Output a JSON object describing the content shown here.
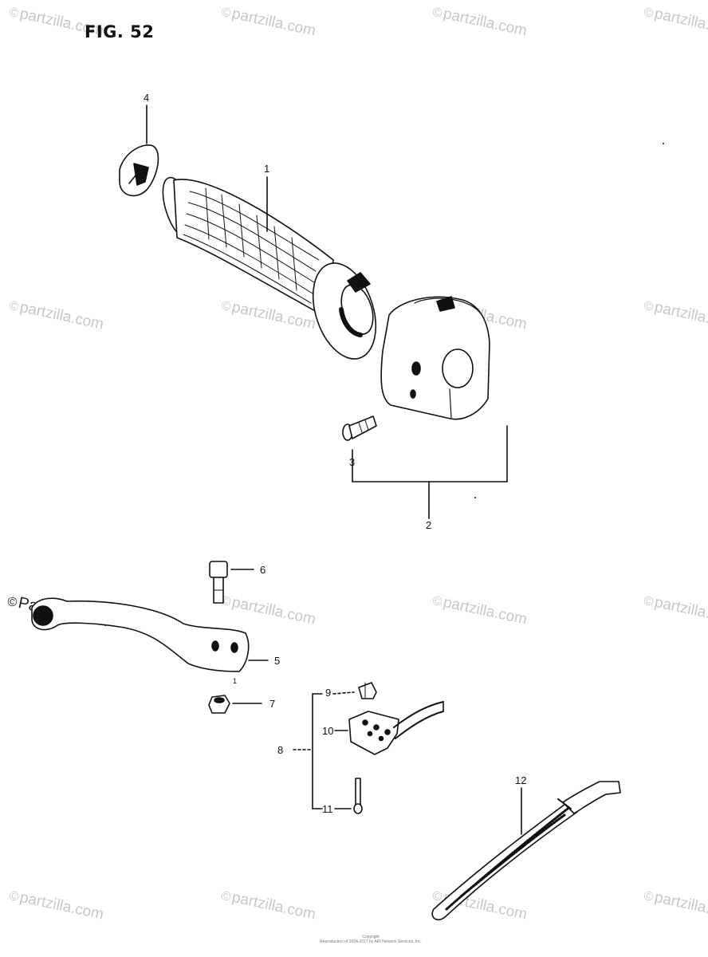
{
  "figure": {
    "title": "FIG. 52"
  },
  "callouts": {
    "grip": "1",
    "switch_assembly": "2",
    "screw_3": "3",
    "cap": "4",
    "lever": "5",
    "bolt": "6",
    "nut": "7",
    "switch_set": "8",
    "part_9": "9",
    "part_10": "10",
    "screw_11": "11",
    "band": "12",
    "tick": "1"
  },
  "watermark": {
    "symbol": "©",
    "text": "Partzilla.com",
    "text_lower": "partzilla.com"
  },
  "footer": {
    "line1": "Copyright",
    "line2": "Reproduction of 2004-2017 by ARI Network Services, Inc."
  },
  "colors": {
    "ink": "#111111",
    "watermark": "#bfbfbf"
  }
}
